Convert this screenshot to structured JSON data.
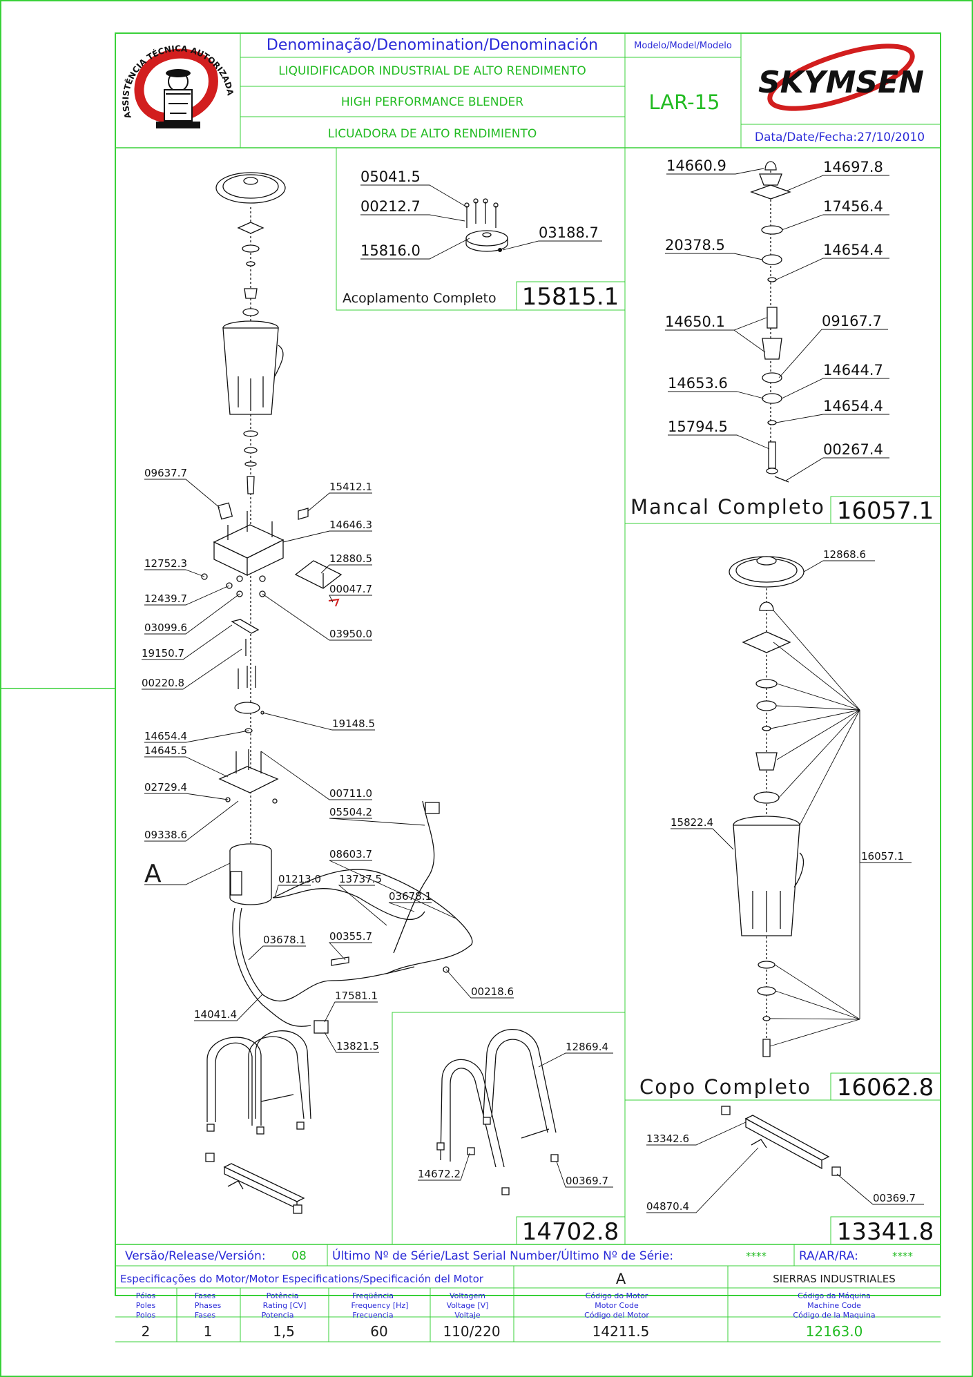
{
  "header": {
    "denomination_title": "Denominação/Denomination/Denominación",
    "name_pt": "LIQUIDIFICADOR INDUSTRIAL DE ALTO RENDIMENTO",
    "name_en": "HIGH PERFORMANCE BLENDER",
    "name_es": "LICUADORA DE ALTO RENDIMIENTO",
    "model_title": "Modelo/Model/Modelo",
    "model_value": "LAR-15",
    "date_label": "Data/Date/Fecha:27/10/2010",
    "brand": "SKYMSEN",
    "seal_text": "ASSISTÊNCIA TÉCNICA AUTORIZADA"
  },
  "assemblies": {
    "coupling": {
      "title": "Acoplamento Completo",
      "code": "15815.1"
    },
    "bearing": {
      "title": "Mancal Completo",
      "code": "16057.1"
    },
    "cup": {
      "title": "Copo Completo",
      "code": "16062.8"
    },
    "stand": {
      "code": "14702.8"
    },
    "base": {
      "code": "13341.8"
    }
  },
  "parts": {
    "coupling": [
      "05041.5",
      "00212.7",
      "15816.0",
      "03188.7"
    ],
    "bearing": [
      "14660.9",
      "14697.8",
      "17456.4",
      "20378.5",
      "14654.4",
      "14650.1",
      "09167.7",
      "14653.6",
      "14644.7",
      "14654.4",
      "15794.5",
      "00267.4"
    ],
    "main": [
      "09637.7",
      "15412.1",
      "14646.3",
      "12752.3",
      "12880.5",
      "00047.7",
      "12439.7",
      "03099.6",
      "03950.0",
      "19150.7",
      "00220.8",
      "19148.5",
      "14654.4",
      "14645.5",
      "02729.4",
      "00711.0",
      "05504.2",
      "09338.6",
      "08603.7",
      "A",
      "01213.0",
      "13737.5",
      "03678.1",
      "00355.7",
      "03678.1",
      "00218.6",
      "17581.1",
      "14041.4",
      "13821.5"
    ],
    "cup": [
      "12868.6",
      "15822.4",
      "16057.1"
    ],
    "stand": [
      "12869.4",
      "14672.2",
      "00369.7"
    ],
    "base": [
      "13342.6",
      "00369.7",
      "04870.4"
    ]
  },
  "release": {
    "label": "Versão/Release/Versión:",
    "value": "08",
    "serial_label": "Último Nº de Série/Last Serial Number/Último Nº de Série:",
    "serial_value": "****",
    "ra_label": "RA/AR/RA:",
    "ra_value": "****"
  },
  "motor": {
    "spec_title": "Especificações do Motor/Motor Especifications/Specificación del Motor",
    "motor_letter": "A",
    "manufacturer": "SIERRAS INDUSTRIALES",
    "headers": {
      "poles": [
        "Pólos",
        "Poles",
        "Polos"
      ],
      "phases": [
        "Fases",
        "Phases",
        "Fases"
      ],
      "power": [
        "Potência",
        "Rating [CV]",
        "Potencia"
      ],
      "frequency": [
        "Freqüência",
        "Frequency [Hz]",
        "Frecuencia"
      ],
      "voltage": [
        "Voltagem",
        "Voltage [V]",
        "Voltaje"
      ],
      "motor_code": [
        "Código do Motor",
        "Motor Code",
        "Código del Motor"
      ],
      "machine_code": [
        "Código da Máquina",
        "Machine Code",
        "Código de la Maquina"
      ]
    },
    "values": {
      "poles": "2",
      "phases": "1",
      "power": "1,5",
      "frequency": "60",
      "voltage": "110/220",
      "motor_code": "14211.5",
      "machine_code": "12163.0"
    }
  },
  "colors": {
    "frame": "#39d139",
    "blue_text": "#2a2ad8",
    "green_text": "#22bb22",
    "brand_red": "#d21e1e"
  }
}
